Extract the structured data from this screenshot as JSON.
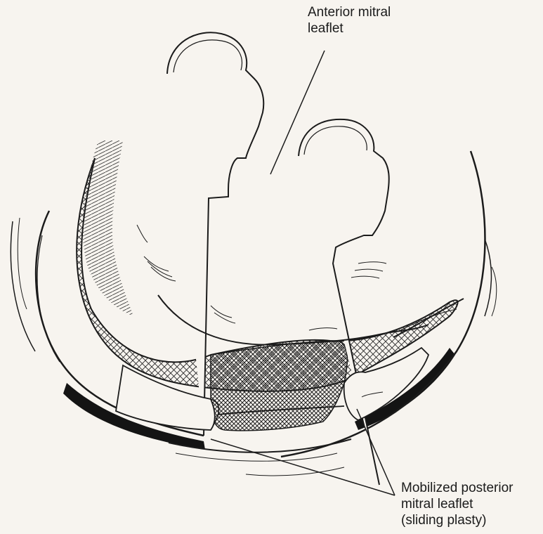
{
  "labels": {
    "anterior": {
      "line1": "Anterior mitral",
      "line2": "leaflet"
    },
    "posterior": {
      "line1": "Mobilized posterior",
      "line2": "mitral leaflet",
      "line3": "(sliding plasty)"
    }
  },
  "colors": {
    "background": "#f7f4ef",
    "ink": "#1b1b1b"
  }
}
